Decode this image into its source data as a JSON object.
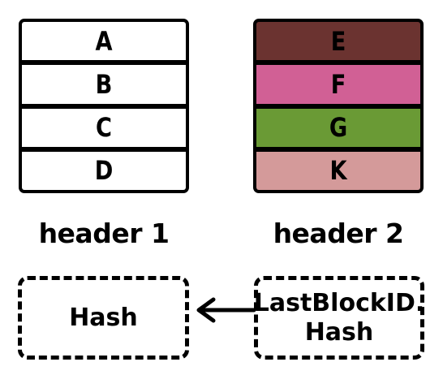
{
  "header1": {
    "label": "header 1",
    "rows": [
      {
        "label": "A",
        "color": "#ffffff"
      },
      {
        "label": "B",
        "color": "#ffffff"
      },
      {
        "label": "C",
        "color": "#ffffff"
      },
      {
        "label": "D",
        "color": "#ffffff"
      }
    ]
  },
  "header2": {
    "label": "header 2",
    "rows": [
      {
        "label": "E",
        "color": "#6b3330"
      },
      {
        "label": "F",
        "color": "#d16095"
      },
      {
        "label": "G",
        "color": "#6a9a35"
      },
      {
        "label": "K",
        "color": "#d49a9a"
      }
    ]
  },
  "hash_box": {
    "label": "Hash"
  },
  "last_block_box": {
    "line1": "LastBlockID.",
    "line2": "Hash"
  }
}
